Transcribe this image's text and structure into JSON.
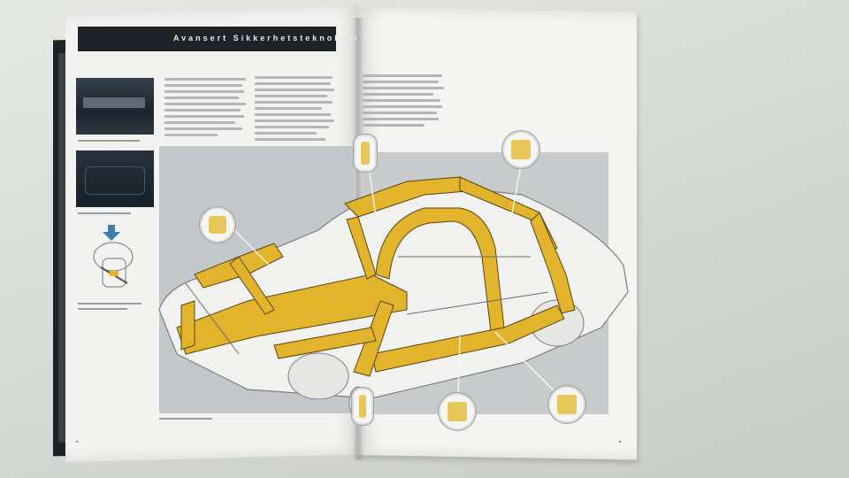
{
  "spread": {
    "header_title": "Avansert Sikkerhetsteknologi"
  },
  "colors": {
    "frame_yellow": "#e2b42c",
    "frame_outline": "#5a4512",
    "panel_gray": "#c4c7c9",
    "page_white": "#f2f3f1",
    "header_dark": "#1e2328"
  },
  "icons": {
    "seatbelt_figure": "seatbelt-diagram-icon",
    "callouts": [
      "roof-joint-callout",
      "a-pillar-callout",
      "front-rail-callout",
      "sill-callout",
      "rear-pillar-callout",
      "floor-callout"
    ]
  }
}
